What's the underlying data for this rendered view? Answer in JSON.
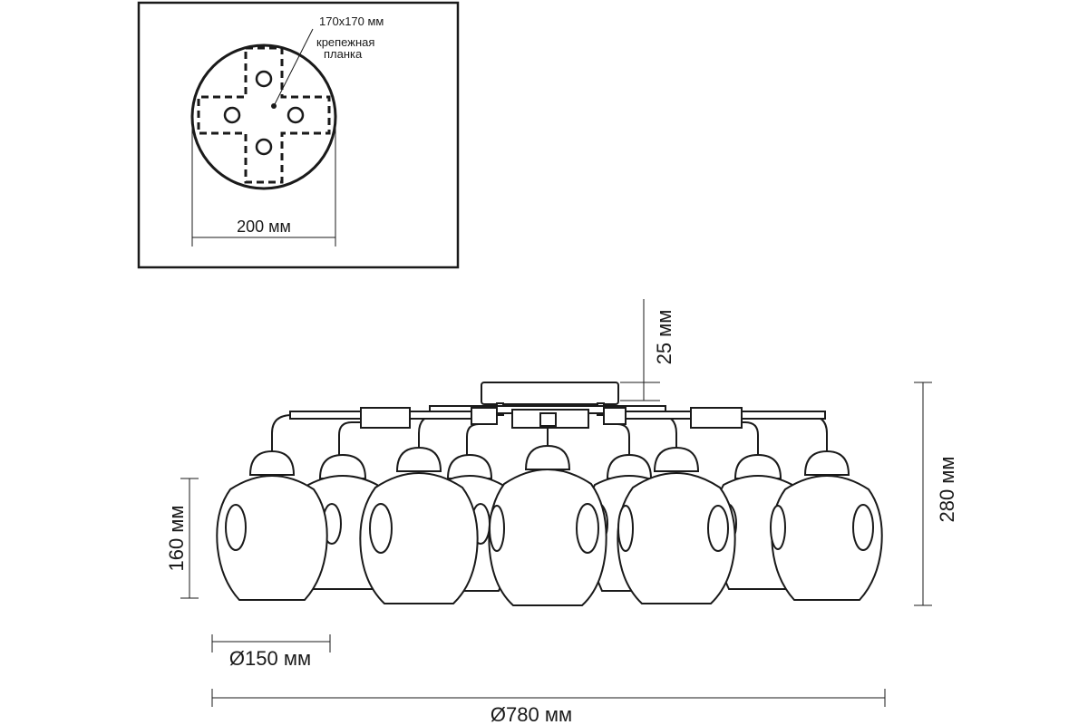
{
  "mount_plate": {
    "plate_size": "170x170 мм",
    "plate_label_line1": "крепежная",
    "plate_label_line2": "планка",
    "base_diameter": "200 мм"
  },
  "dimensions": {
    "stem_height": "25 мм",
    "total_height": "280 мм",
    "shade_height": "160 мм",
    "shade_diameter": "Ø150 мм",
    "overall_diameter": "Ø780 мм"
  },
  "colors": {
    "line": "#1a1a1a",
    "background": "#ffffff"
  }
}
